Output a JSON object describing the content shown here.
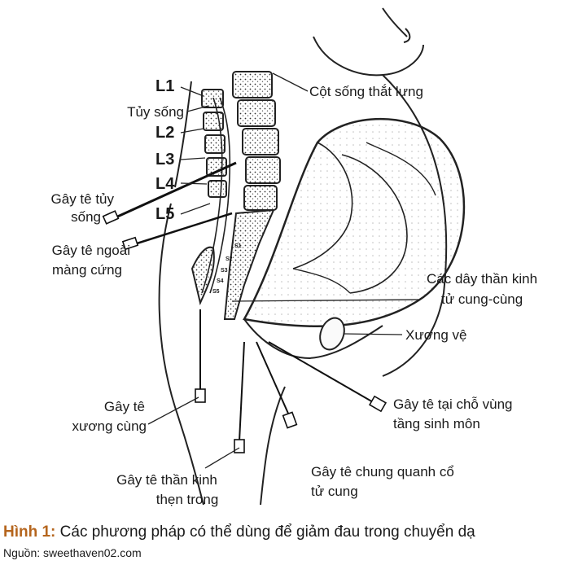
{
  "vertebrae": [
    "L1",
    "L2",
    "L3",
    "L4",
    "L5"
  ],
  "sacral_marks": [
    "S1",
    "S2",
    "S3",
    "S4",
    "S5"
  ],
  "labels": {
    "spinal_cord": "Tủy sống",
    "lumbar_spine": "Cột sống thắt lưng",
    "spinal_anesthesia_1": "Gây tê tủy",
    "spinal_anesthesia_2": "sống",
    "epidural_1": "Gây tê ngoài",
    "epidural_2": "màng cứng",
    "uterine_nerves_1": "Các dây thần kinh",
    "uterine_nerves_2": "tử cung-cùng",
    "pubic_bone": "Xương vệ",
    "caudal_1": "Gây tê",
    "caudal_2": "xương cùng",
    "perineal_1": "Gây tê tại chỗ vùng",
    "perineal_2": "tầng sinh môn",
    "pudendal_1": "Gây tê thần kinh",
    "pudendal_2": "thẹn trong",
    "paracervical_1": "Gây tê chung quanh cổ",
    "paracervical_2": "tử cung"
  },
  "caption": {
    "prefix": "Hình 1:",
    "text": "Các phương pháp có thể dùng để giảm đau trong chuyển dạ"
  },
  "source": "Nguồn: sweethaven02.com"
}
